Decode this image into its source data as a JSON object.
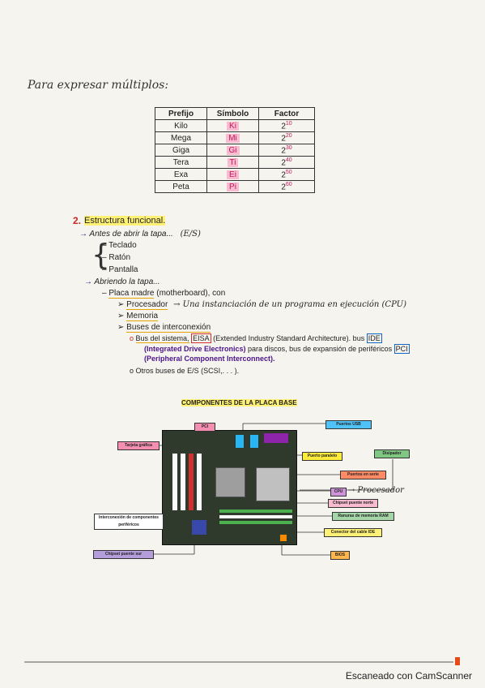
{
  "heading_hand": "Para expresar múltiplos:",
  "table": {
    "headers": [
      "Prefijo",
      "Símbolo",
      "Factor"
    ],
    "rows": [
      {
        "prefijo": "Kilo",
        "simbolo": "Ki",
        "base": "2",
        "exp": "10"
      },
      {
        "prefijo": "Mega",
        "simbolo": "Mi",
        "base": "2",
        "exp": "20"
      },
      {
        "prefijo": "Giga",
        "simbolo": "Gi",
        "base": "2",
        "exp": "30"
      },
      {
        "prefijo": "Tera",
        "simbolo": "Ti",
        "base": "2",
        "exp": "40"
      },
      {
        "prefijo": "Exa",
        "simbolo": "Ei",
        "base": "2",
        "exp": "50"
      },
      {
        "prefijo": "Peta",
        "simbolo": "Pi",
        "base": "2",
        "exp": "60"
      }
    ]
  },
  "section": {
    "number": "2.",
    "title": "Estructura funcional.",
    "before_open": "Antes de abrir la tapa...",
    "before_open_note": "(E/S)",
    "io_items": [
      "Teclado",
      "Ratón",
      "Pantalla"
    ],
    "opening": "Abriendo la tapa...",
    "mb_label": "Placa madre",
    "mb_rest": " (motherboard), con",
    "processor": "Procesador",
    "processor_note": "→ Una instanciación de un programa en ejecución (CPU)",
    "memory": "Memoria",
    "buses": "Buses de interconexión",
    "bus_sys_pre": "Bus del sistema,",
    "eisa": "EISA",
    "eisa_rest": " (Extended Industry Standard Architecture). bus ",
    "ide": "IDE",
    "ide_full": "(Integrated Drive Electronics)",
    "ide_rest": " para discos, bus de expansión de periféricos ",
    "pci": "PCI",
    "pci_full": "(Peripheral Component Interconnect).",
    "other_buses": "Otros buses de E/S (SCSI,. . . )."
  },
  "diagram": {
    "title": "COMPONENTES DE LA PLACA BASE",
    "labels": {
      "pci": "PCI",
      "usb": "Puertos USB",
      "tarjeta": "Tarjeta gráfica",
      "paralelo": "Puerto paralelo",
      "disipador": "Disipador",
      "serie": "Puertos en serie",
      "cpu": "CPU",
      "cpu_note": "→ Procesador",
      "chipset_norte": "Chipset puente norte",
      "ram": "Ranuras de memoria RAM",
      "ide": "Conector del cable IDE",
      "interconexion": "Interconexión de componentes periféricos",
      "chipset_sur": "Chipset puente sur",
      "bios": "BIOS"
    }
  },
  "footer": "Escaneado con CamScanner",
  "colors": {
    "highlight": "#fff176",
    "pink": "#f8bbd0",
    "accent_red": "#c62828"
  }
}
